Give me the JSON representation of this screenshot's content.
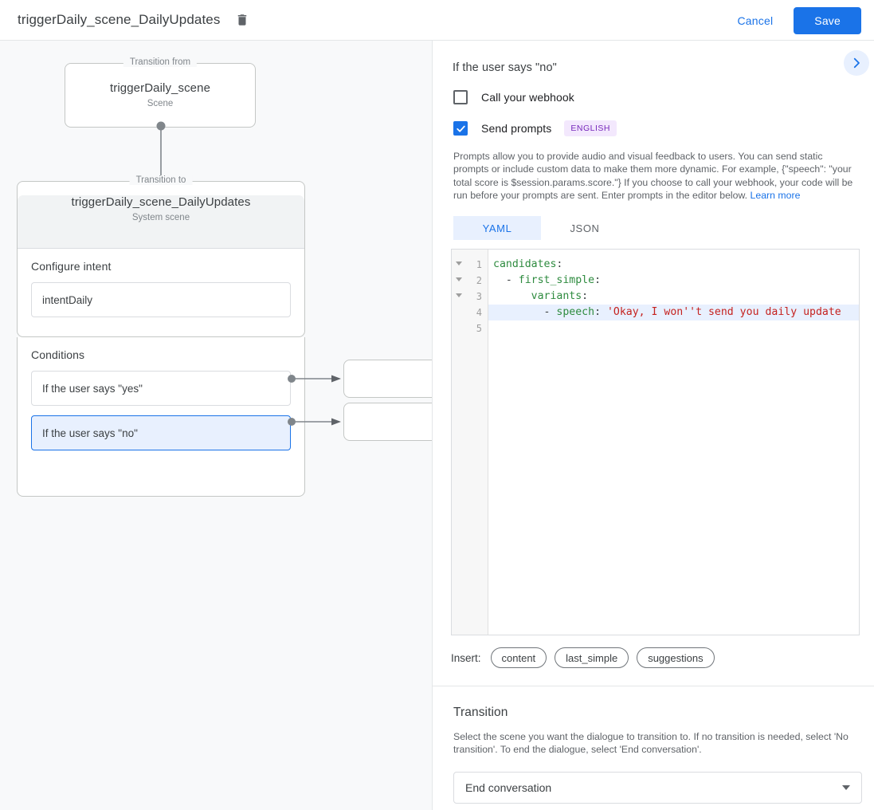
{
  "topbar": {
    "title": "triggerDaily_scene_DailyUpdates",
    "delete_icon": "trash-icon",
    "cancel_label": "Cancel",
    "save_label": "Save"
  },
  "canvas": {
    "node_from": {
      "legend": "Transition from",
      "title": "triggerDaily_scene",
      "subtitle": "Scene"
    },
    "node_to": {
      "legend": "Transition to",
      "title": "triggerDaily_scene_DailyUpdates",
      "subtitle": "System scene"
    },
    "configure_intent": {
      "label": "Configure intent",
      "value": "intentDaily"
    },
    "conditions": {
      "label": "Conditions",
      "items": [
        {
          "label": "If the user says \"yes\"",
          "selected": false
        },
        {
          "label": "If the user says \"no\"",
          "selected": true
        }
      ]
    }
  },
  "panel": {
    "title": "If the user says \"no\"",
    "next_icon": "chevron-right-icon",
    "webhook": {
      "label": "Call your webhook",
      "checked": false
    },
    "prompts": {
      "label": "Send prompts",
      "checked": true,
      "badge": "ENGLISH",
      "description": "Prompts allow you to provide audio and visual feedback to users. You can send static prompts or include custom data to make them more dynamic. For example, {\"speech\": \"your total score is $session.params.score.\"} If you choose to call your webhook, your code will be run before your prompts are sent. Enter prompts in the editor below.",
      "learn_more": "Learn more"
    },
    "format_tabs": [
      {
        "label": "YAML",
        "active": true
      },
      {
        "label": "JSON",
        "active": false
      }
    ],
    "editor": {
      "line_numbers": [
        "1",
        "2",
        "3",
        "4",
        "5"
      ],
      "folds": [
        true,
        true,
        true,
        false,
        false
      ],
      "highlighted_line": 4,
      "lines": [
        {
          "indent": "",
          "key": "candidates",
          "colon": ":",
          "dash": "",
          "value": ""
        },
        {
          "indent": "  ",
          "key": "first_simple",
          "colon": ":",
          "dash": "- ",
          "value": ""
        },
        {
          "indent": "      ",
          "key": "variants",
          "colon": ":",
          "dash": "",
          "value": ""
        },
        {
          "indent": "        ",
          "key": "speech",
          "colon": ": ",
          "dash": "- ",
          "value": "'Okay, I won''t send you daily update"
        },
        {
          "indent": "",
          "key": "",
          "colon": "",
          "dash": "",
          "value": ""
        }
      ]
    },
    "insert": {
      "label": "Insert:",
      "chips": [
        "content",
        "last_simple",
        "suggestions"
      ]
    },
    "transition": {
      "title": "Transition",
      "description": "Select the scene you want the dialogue to transition to. If no transition is needed, select 'No transition'. To end the dialogue, select 'End conversation'.",
      "selected": "End conversation",
      "caret_icon": "chevron-down-icon"
    }
  },
  "colors": {
    "accent": "#1a73e8",
    "accent_light": "#e8f0fe",
    "badge_bg": "#f3e8fd",
    "badge_fg": "#7627bb",
    "canvas_bg": "#f8f9fa",
    "code_key": "#2e8b3f",
    "code_string": "#c5221f"
  }
}
